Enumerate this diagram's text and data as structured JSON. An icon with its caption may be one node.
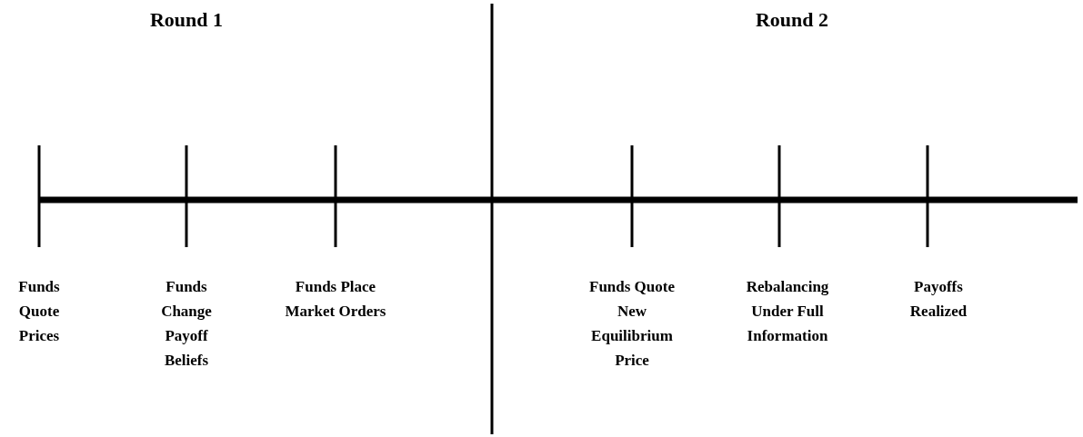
{
  "diagram": {
    "labels": [
      "Round 1",
      "Round 2",
      "Funds Quote Prices",
      "Funds Change Payoff Beliefs",
      "Funds Place Market Orders",
      "Funds Quote New Equilibrium Price",
      "Rebalancing Under Full Information",
      "Payoffs Realized"
    ]
  }
}
